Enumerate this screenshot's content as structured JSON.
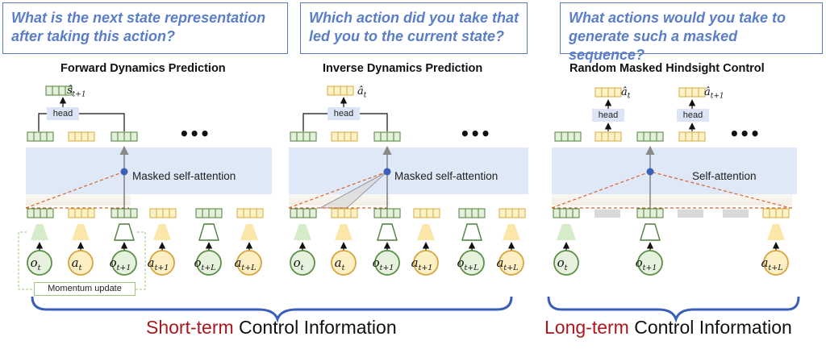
{
  "questions": [
    "What is the next state representation after taking this action?",
    "Which action did you take that led you to the current state?",
    "What actions would you take to generate such a masked sequence?"
  ],
  "sections": [
    {
      "title": "Forward Dynamics Prediction",
      "attention": "Masked self-attention"
    },
    {
      "title": "Inverse Dynamics Prediction",
      "attention": "Masked self-attention"
    },
    {
      "title": "Random Masked Hindsight Control",
      "attention": "Self-attention"
    }
  ],
  "head_label": "head",
  "ellipsis": "•••",
  "momentum_label": "Momentum update",
  "outputs": {
    "forward": {
      "base": "ŝ",
      "sub": "t+1"
    },
    "inverse": {
      "base": "â",
      "sub": "t"
    },
    "random_1": {
      "base": "â",
      "sub": "t"
    },
    "random_2": {
      "base": "â",
      "sub": "t+1"
    }
  },
  "inputs": {
    "forward": [
      {
        "base": "o",
        "sub": "t",
        "kind": "obs"
      },
      {
        "base": "a",
        "sub": "t",
        "kind": "act"
      },
      {
        "base": "o",
        "sub": "t+1",
        "kind": "obs"
      },
      {
        "base": "a",
        "sub": "t+1",
        "kind": "act"
      },
      {
        "base": "o",
        "sub": "t+L",
        "kind": "obs"
      },
      {
        "base": "a",
        "sub": "t+L",
        "kind": "act"
      }
    ],
    "inverse": [
      {
        "base": "o",
        "sub": "t",
        "kind": "obs"
      },
      {
        "base": "a",
        "sub": "t",
        "kind": "act"
      },
      {
        "base": "o",
        "sub": "t+1",
        "kind": "obs"
      },
      {
        "base": "a",
        "sub": "t+1",
        "kind": "act"
      },
      {
        "base": "o",
        "sub": "t+L",
        "kind": "obs"
      },
      {
        "base": "a",
        "sub": "t+L",
        "kind": "act"
      }
    ],
    "random": [
      {
        "base": "o",
        "sub": "t",
        "kind": "obs"
      },
      {
        "base": "o",
        "sub": "t+1",
        "kind": "obs"
      },
      {
        "base": "a",
        "sub": "t+L",
        "kind": "act"
      }
    ]
  },
  "bottom": {
    "short_em": "Short-term",
    "short_rest": " Control Information",
    "long_em": "Long-term",
    "long_rest": " Control Information"
  },
  "colors": {
    "question_border": "#5b7cc4",
    "question_text": "#5a7dc8",
    "attention_band": "#dfe8f7",
    "obs_token_fill": "#e4f1da",
    "obs_token_stroke": "#4f7f3a",
    "act_token_fill": "#fdf1c8",
    "act_token_stroke": "#d4ac3e",
    "obs_circle_fill": "#e6f1de",
    "obs_circle_stroke": "#5c8f45",
    "act_circle_fill": "#fdefc4",
    "act_circle_stroke": "#d6a43a",
    "masked_token": "#d9d9d9",
    "dashed_line": "#d9622b",
    "brace": "#3a5fb8",
    "emphasis": "#a8191f"
  }
}
